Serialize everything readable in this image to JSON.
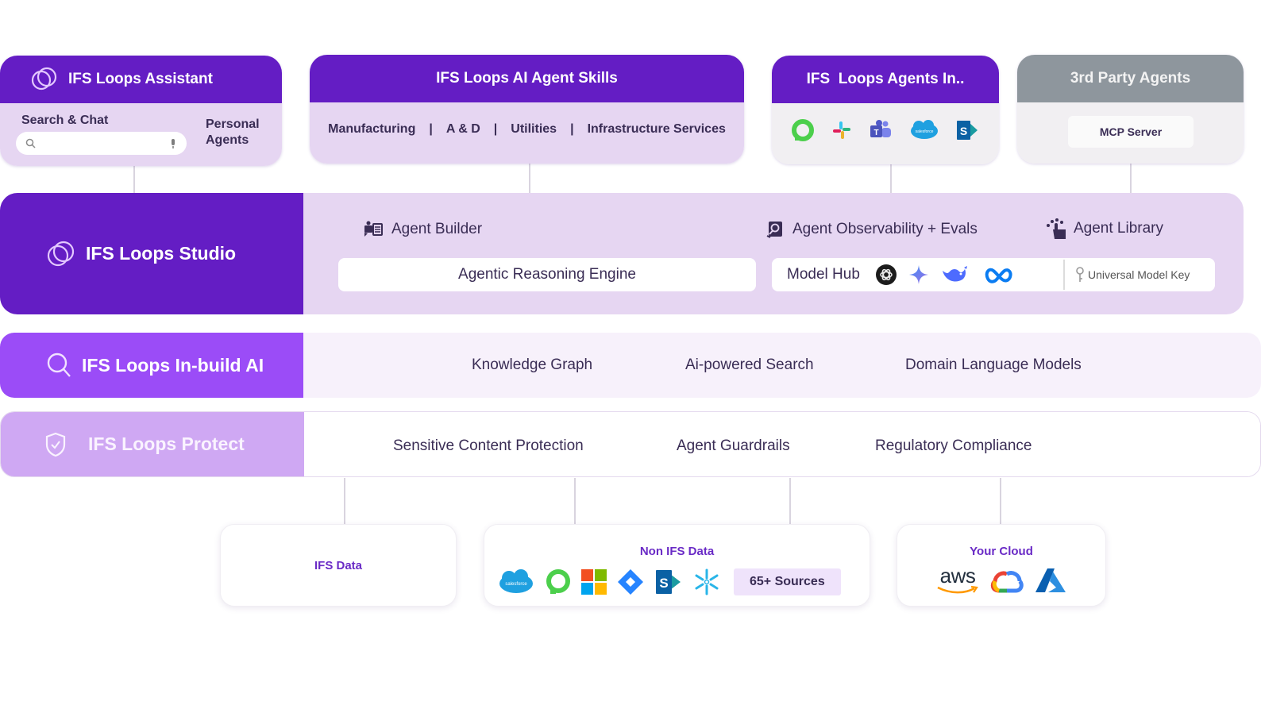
{
  "top": {
    "assistant": {
      "title": "IFS Loops Assistant",
      "search_label": "Search & Chat",
      "search_placeholder": "",
      "personal_agents_line1": "Personal",
      "personal_agents_line2": "Agents"
    },
    "skills": {
      "title": "IFS Loops AI Agent Skills",
      "items": [
        "Manufacturing",
        "A & D",
        "Utilities",
        "Infrastructure Services"
      ],
      "separator": "|"
    },
    "agents_in": {
      "title": "IFS  Loops Agents In..",
      "icons": [
        "ring-app-icon",
        "slack-icon",
        "teams-icon",
        "salesforce-icon",
        "sharepoint-icon"
      ]
    },
    "third_party": {
      "title": "3rd Party Agents",
      "mcp_label": "MCP Server"
    }
  },
  "studio": {
    "title": "IFS Loops Studio",
    "agent_builder": "Agent Builder",
    "observability": "Agent Observability + Evals",
    "library": "Agent Library",
    "reasoning_engine": "Agentic Reasoning Engine",
    "model_hub": "Model Hub",
    "model_icons": [
      "openai-icon",
      "gemini-icon",
      "deepseek-icon",
      "meta-icon"
    ],
    "universal_key": "Universal Model Key"
  },
  "inbuild": {
    "title": "IFS Loops In-build AI",
    "items": [
      "Knowledge Graph",
      "Ai-powered Search",
      "Domain Language Models"
    ]
  },
  "protect": {
    "title": "IFS Loops Protect",
    "items": [
      "Sensitive Content Protection",
      "Agent Guardrails",
      "Regulatory Compliance"
    ]
  },
  "bottom": {
    "ifs_data": "IFS Data",
    "non_ifs": {
      "title": "Non IFS Data",
      "icons": [
        "salesforce-icon",
        "ring-app-icon",
        "microsoft-icon",
        "jira-icon",
        "sharepoint-icon",
        "snowflake-icon"
      ],
      "sources": "65+ Sources"
    },
    "cloud": {
      "title": "Your Cloud",
      "aws": "aws",
      "icons": [
        "aws-icon",
        "google-cloud-icon",
        "azure-icon"
      ]
    }
  },
  "colors": {
    "primary_purple": "#641dc4",
    "inbuild_purple": "#9b4cf7",
    "protect_lavender": "#cfa8f3",
    "lavender_bg": "#e6d6f2",
    "grey_head": "#8e969d",
    "text_dark": "#3a2d55"
  }
}
